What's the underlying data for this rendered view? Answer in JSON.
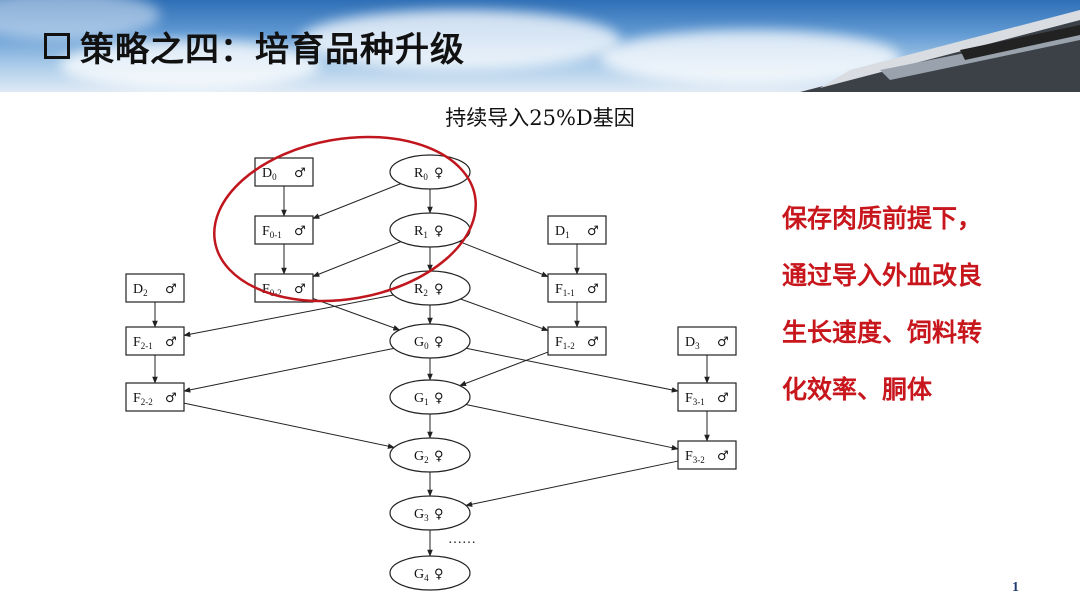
{
  "header": {
    "title": "策略之四：培育品种升级"
  },
  "subtitle": "持续导入25%D基因",
  "note_lines": [
    "保存肉质前提下，",
    "通过导入外血改良",
    "生长速度、饲料转",
    "化效率、胴体"
  ],
  "page_number": "1",
  "symbols": {
    "male": "♂",
    "female": "♀"
  },
  "nodes": [
    {
      "id": "D0",
      "base": "D",
      "sub": "0",
      "sex": "male"
    },
    {
      "id": "R0",
      "base": "R",
      "sub": "0",
      "sex": "female"
    },
    {
      "id": "F01",
      "base": "F",
      "sub": "0-1",
      "sex": "male"
    },
    {
      "id": "R1",
      "base": "R",
      "sub": "1",
      "sex": "female"
    },
    {
      "id": "D1",
      "base": "D",
      "sub": "1",
      "sex": "male"
    },
    {
      "id": "D2",
      "base": "D",
      "sub": "2",
      "sex": "male"
    },
    {
      "id": "F02",
      "base": "F",
      "sub": "0-2",
      "sex": "male"
    },
    {
      "id": "R2",
      "base": "R",
      "sub": "2",
      "sex": "female"
    },
    {
      "id": "F11",
      "base": "F",
      "sub": "1-1",
      "sex": "male"
    },
    {
      "id": "F21",
      "base": "F",
      "sub": "2-1",
      "sex": "male"
    },
    {
      "id": "G0",
      "base": "G",
      "sub": "0",
      "sex": "female"
    },
    {
      "id": "F12",
      "base": "F",
      "sub": "1-2",
      "sex": "male"
    },
    {
      "id": "D3",
      "base": "D",
      "sub": "3",
      "sex": "male"
    },
    {
      "id": "F22",
      "base": "F",
      "sub": "2-2",
      "sex": "male"
    },
    {
      "id": "G1",
      "base": "G",
      "sub": "1",
      "sex": "female"
    },
    {
      "id": "F31",
      "base": "F",
      "sub": "3-1",
      "sex": "male"
    },
    {
      "id": "G2",
      "base": "G",
      "sub": "2",
      "sex": "female"
    },
    {
      "id": "F32",
      "base": "F",
      "sub": "3-2",
      "sex": "male"
    },
    {
      "id": "G3",
      "base": "G",
      "sub": "3",
      "sex": "female"
    },
    {
      "id": "G4",
      "base": "G",
      "sub": "4",
      "sex": "female"
    }
  ],
  "edges": [
    [
      "D0",
      "F01"
    ],
    [
      "R0",
      "F01"
    ],
    [
      "R0",
      "R1"
    ],
    [
      "F01",
      "F02"
    ],
    [
      "R1",
      "F02"
    ],
    [
      "R1",
      "R2"
    ],
    [
      "R1",
      "F11"
    ],
    [
      "D1",
      "F11"
    ],
    [
      "F02",
      "G0"
    ],
    [
      "R2",
      "F21"
    ],
    [
      "R2",
      "G0"
    ],
    [
      "D2",
      "F21"
    ],
    [
      "F11",
      "F12"
    ],
    [
      "R2",
      "F12"
    ],
    [
      "F21",
      "F22"
    ],
    [
      "G0",
      "F22"
    ],
    [
      "G0",
      "G1"
    ],
    [
      "G0",
      "F31"
    ],
    [
      "F12",
      "G1"
    ],
    [
      "D3",
      "F31"
    ],
    [
      "F22",
      "G2"
    ],
    [
      "G1",
      "G2"
    ],
    [
      "G1",
      "F32"
    ],
    [
      "F31",
      "F32"
    ],
    [
      "G2",
      "G3"
    ],
    [
      "F32",
      "G3"
    ],
    [
      "G3",
      "G4"
    ]
  ],
  "ellipsis": "……"
}
